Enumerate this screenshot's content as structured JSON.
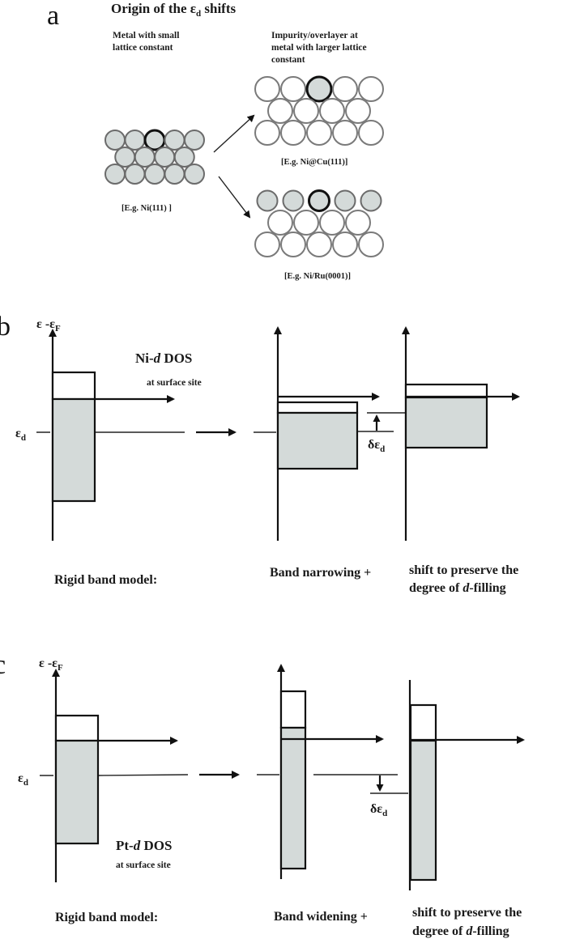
{
  "panel_a": {
    "letter": "a",
    "title_prefix": "Origin of the ε",
    "title_sub": "d",
    "title_suffix": " shifts",
    "left_caption_line1": "Metal with small",
    "left_caption_line2": "lattice constant",
    "right_caption_line1": "Impurity/overlayer at",
    "right_caption_line2": "metal with larger lattice",
    "right_caption_line3": "constant",
    "example_left": "[E.g. Ni(111) ]",
    "example_top_right": "[E.g. Ni@Cu(111)]",
    "example_bottom_right": "[E.g. Ni/Ru(0001)]",
    "lattices": [
      {
        "name": "small-lattice",
        "rows": [
          5,
          4,
          5
        ],
        "filled_rows": [
          true,
          true,
          true
        ],
        "highlight_index_top_row": 2
      },
      {
        "name": "impurity",
        "rows": [
          5,
          4,
          5
        ],
        "filled_rows": [
          false,
          false,
          false
        ],
        "highlight_index_top_row": 2
      },
      {
        "name": "overlayer",
        "rows": [
          5,
          4,
          5
        ],
        "filled_rows": [
          true,
          false,
          false
        ],
        "highlight_index_top_row": 2
      }
    ]
  },
  "panel_b": {
    "letter": "b",
    "axis_label_prefix": "ε -ε",
    "axis_label_sub": "F",
    "ed_prefix": "ε",
    "ed_sub": "d",
    "dos_label": "Ni-",
    "dos_label_italic": "d",
    "dos_label_suffix": " DOS",
    "dos_sublabel": "at surface site",
    "delta_prefix": "δε",
    "delta_sub": "d",
    "delta_direction": "up",
    "caption_left": "Rigid band model:",
    "caption_mid": "Band narrowing  +",
    "caption_right_line1": "shift to preserve the",
    "caption_right_line2_prefix": "degree of ",
    "caption_right_line2_italic": "d",
    "caption_right_line2_suffix": "-filling"
  },
  "panel_c": {
    "letter": "c",
    "axis_label_prefix": "ε -ε",
    "axis_label_sub": "F",
    "ed_prefix": "ε",
    "ed_sub": "d",
    "dos_label": "Pt-",
    "dos_label_italic": "d",
    "dos_label_suffix": " DOS",
    "dos_sublabel": "at surface site",
    "delta_prefix": "δε",
    "delta_sub": "d",
    "delta_direction": "down",
    "caption_left": "Rigid band model:",
    "caption_mid": "Band widening  +",
    "caption_right_line1": "shift to preserve the",
    "caption_right_line2_prefix": "degree of ",
    "caption_right_line2_italic": "d",
    "caption_right_line2_suffix": "-filling"
  },
  "colors": {
    "filled_band": "#d4dad9",
    "line": "#111111",
    "atom_outline": "#7a7a7a"
  }
}
